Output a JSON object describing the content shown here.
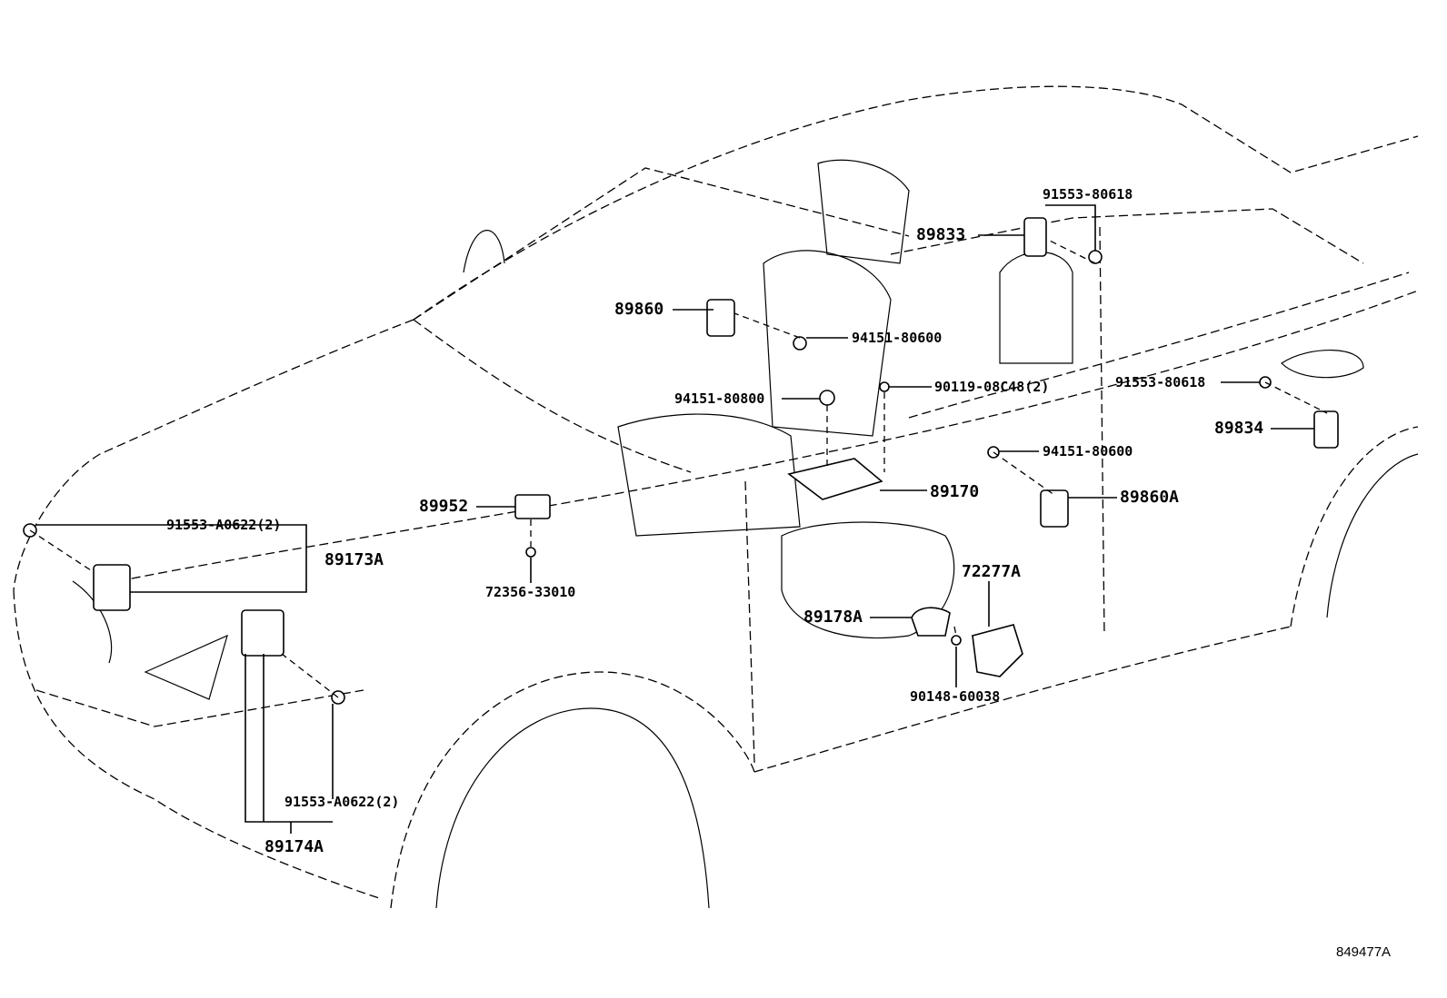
{
  "diagram": {
    "labels": [
      {
        "id": "p1",
        "text": "91553-80618",
        "kind": "pn"
      },
      {
        "id": "p2",
        "text": "89833",
        "kind": "ref"
      },
      {
        "id": "p3",
        "text": "89860",
        "kind": "ref"
      },
      {
        "id": "p4",
        "text": "94151-80600",
        "kind": "pn"
      },
      {
        "id": "p5",
        "text": "90119-08C48(2)",
        "kind": "pn"
      },
      {
        "id": "p6",
        "text": "91553-80618",
        "kind": "pn"
      },
      {
        "id": "p7",
        "text": "94151-80800",
        "kind": "pn"
      },
      {
        "id": "p8",
        "text": "89834",
        "kind": "ref"
      },
      {
        "id": "p9",
        "text": "94151-80600",
        "kind": "pn"
      },
      {
        "id": "p10",
        "text": "89170",
        "kind": "ref"
      },
      {
        "id": "p11",
        "text": "89860A",
        "kind": "ref"
      },
      {
        "id": "p12",
        "text": "89952",
        "kind": "ref"
      },
      {
        "id": "p13",
        "text": "91553-A0622(2)",
        "kind": "pn"
      },
      {
        "id": "p14",
        "text": "89173A",
        "kind": "ref"
      },
      {
        "id": "p15",
        "text": "72356-33010",
        "kind": "pn"
      },
      {
        "id": "p16",
        "text": "72277A",
        "kind": "ref"
      },
      {
        "id": "p17",
        "text": "89178A",
        "kind": "ref"
      },
      {
        "id": "p18",
        "text": "90148-60038",
        "kind": "pn"
      },
      {
        "id": "p19",
        "text": "91553-A0622(2)",
        "kind": "pn"
      },
      {
        "id": "p20",
        "text": "89174A",
        "kind": "ref"
      }
    ],
    "illustration_code": "849477A"
  }
}
